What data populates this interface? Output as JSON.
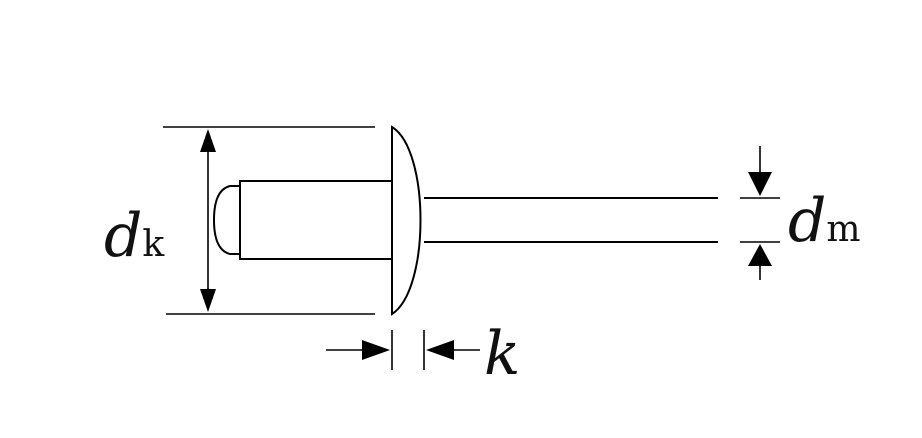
{
  "labels": {
    "dk_main": "d",
    "dk_sub": "k",
    "dm_main": "d",
    "dm_sub": "m",
    "k": "k"
  }
}
